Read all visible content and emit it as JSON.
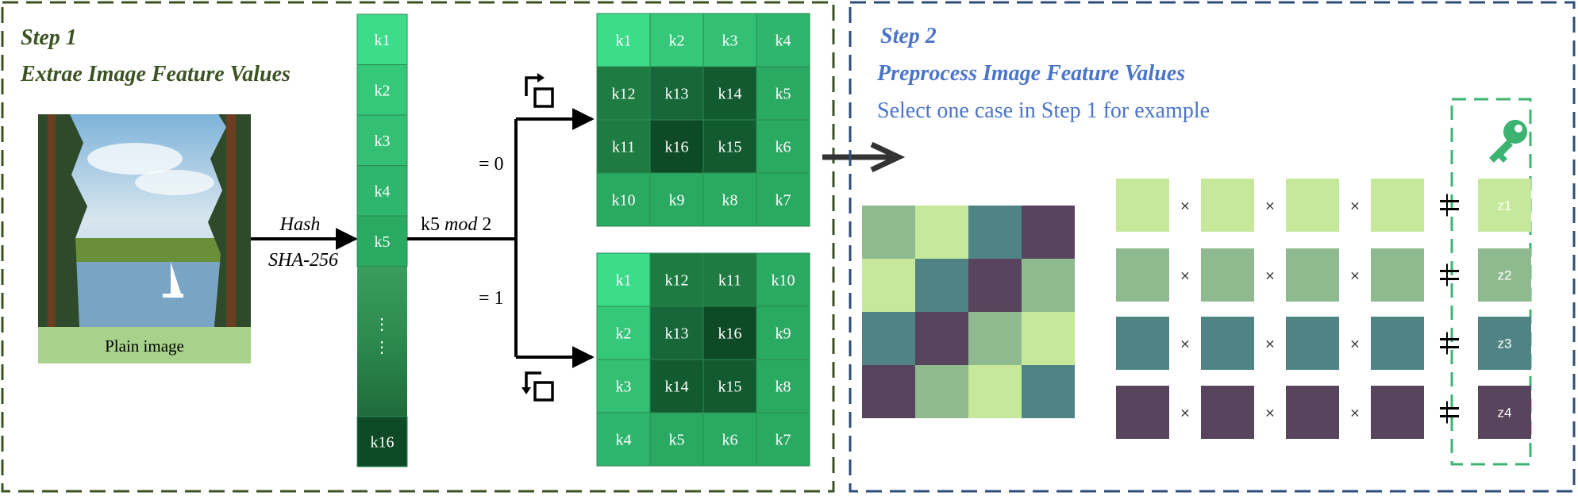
{
  "step1": {
    "step_label": "Step 1",
    "title": "Extrae Image Feature Values",
    "image_caption": "Plain image",
    "hash_label": "Hash",
    "hash_algo": "SHA-256",
    "key_column": [
      "k1",
      "k2",
      "k3",
      "k4",
      "k5",
      "k16"
    ],
    "mod_label_prefix": "k5",
    "mod_label_op": "mod",
    "mod_label_suffix": "2",
    "branch_zero": "= 0",
    "branch_one": "= 1",
    "grid_a": [
      [
        "k1",
        "k2",
        "k3",
        "k4"
      ],
      [
        "k12",
        "k13",
        "k14",
        "k5"
      ],
      [
        "k11",
        "k16",
        "k15",
        "k6"
      ],
      [
        "k10",
        "k9",
        "k8",
        "k7"
      ]
    ],
    "grid_b": [
      [
        "k1",
        "k12",
        "k11",
        "k10"
      ],
      [
        "k2",
        "k13",
        "k16",
        "k9"
      ],
      [
        "k3",
        "k14",
        "k15",
        "k8"
      ],
      [
        "k4",
        "k5",
        "k6",
        "k7"
      ]
    ],
    "rotate_icon": "rotate-icon"
  },
  "step2": {
    "step_label": "Step 2",
    "title": "Preprocess Image Feature Values",
    "subtitle": "Select one case in Step 1 for example",
    "key_icon": "key-icon",
    "z_labels": [
      "z1",
      "z2",
      "z3",
      "z4"
    ],
    "times_symbol": "×",
    "equals_symbol": "="
  },
  "colors": {
    "step1_border": "#3b5323",
    "step2_border": "#2e4d7b",
    "step2_title": "#4a74c9",
    "key_box_border": "#3cb371",
    "c1": "#c6e89a",
    "c2": "#8fba8f",
    "c3": "#508484",
    "c4": "#58445c"
  }
}
